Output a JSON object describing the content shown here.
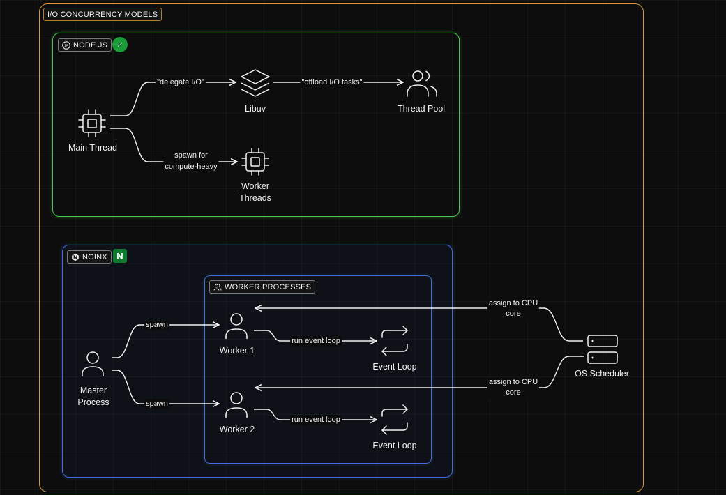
{
  "outer": {
    "title": "I/O CONCURRENCY MODELS"
  },
  "node": {
    "title": "NODE.JS",
    "main_thread": "Main Thread",
    "libuv": "Libuv",
    "thread_pool": "Thread Pool",
    "worker_threads_1": "Worker",
    "worker_threads_2": "Threads",
    "edge_delegate": "\"delegate I/O\"",
    "edge_offload": "\"offload I/O tasks\"",
    "edge_spawn_1": "spawn for",
    "edge_spawn_2": "compute-heavy"
  },
  "nginx": {
    "title": "NGINX",
    "badge": "N",
    "worker_processes": "WORKER PROCESSES",
    "master_1": "Master",
    "master_2": "Process",
    "worker1": "Worker 1",
    "worker2": "Worker 2",
    "event_loop_1": "Event Loop",
    "event_loop_2": "Event Loop",
    "spawn_1": "spawn",
    "spawn_2": "spawn",
    "run_loop_1": "run event loop",
    "run_loop_2": "run event loop"
  },
  "scheduler": {
    "label": "OS Scheduler",
    "assign_1a": "assign to CPU",
    "assign_1b": "core",
    "assign_2a": "assign to CPU",
    "assign_2b": "core"
  },
  "colors": {
    "outer": "#d99a44",
    "node": "#4fc34f",
    "nginx": "#3f6fe0"
  }
}
